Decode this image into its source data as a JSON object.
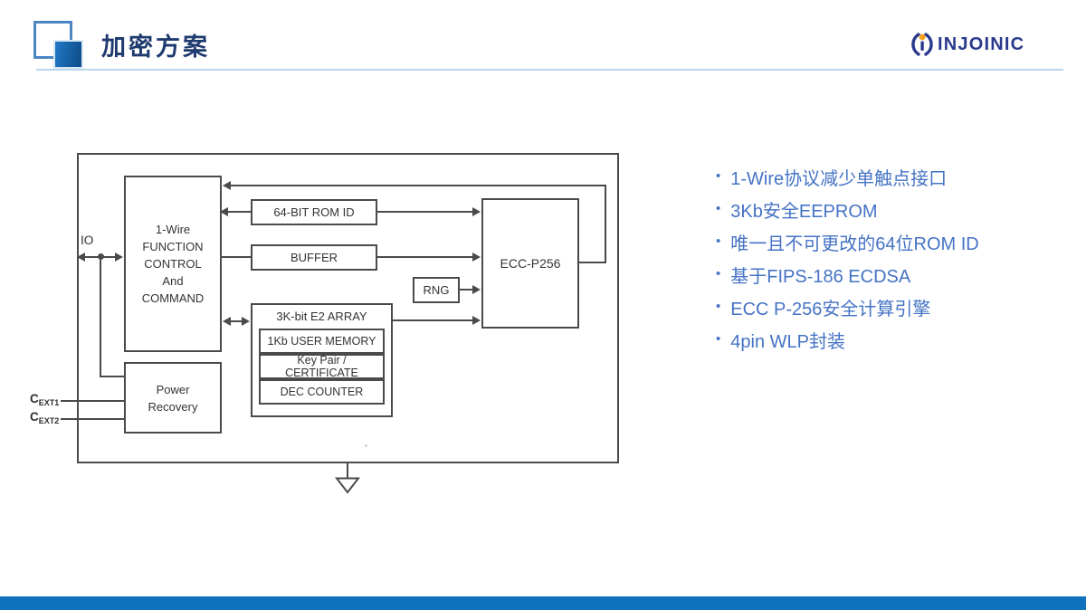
{
  "header": {
    "title": "加密方案",
    "logo_text": "INJOINIC"
  },
  "bullets": {
    "marker": "•",
    "items": [
      "1-Wire协议减少单触点接口",
      "3Kb安全EEPROM",
      "唯一且不可更改的64位ROM ID",
      "基于FIPS-186 ECDSA",
      "ECC P-256安全计算引擎",
      "4pin WLP封装"
    ]
  },
  "diagram": {
    "io_label": "IO",
    "cext1": {
      "base": "C",
      "sub": "EXT1"
    },
    "cext2": {
      "base": "C",
      "sub": "EXT2"
    },
    "fcc_lines": [
      "1-Wire",
      "FUNCTION",
      "CONTROL",
      "And",
      "COMMAND"
    ],
    "rom_id": "64-BIT ROM ID",
    "buffer": "BUFFER",
    "rng": "RNG",
    "ecc": "ECC-P256",
    "e2_header": "3K-bit E2 ARRAY",
    "e2_rows": [
      "1Kb USER MEMORY",
      "Key Pair / CERTIFICATE",
      "DEC COUNTER"
    ],
    "power_lines": [
      "Power",
      "Recovery"
    ]
  },
  "colors": {
    "title_navy": "#1E3A6E",
    "bullet_blue": "#4573C5",
    "logo_navy": "#2B3A8C",
    "logo_orange": "#F5A21D",
    "footer_blue": "#0E72BD",
    "underline_blue": "#BCD6EC",
    "icon_outline_blue": "#4A86C4",
    "diagram_line_gray": "#4A4A4A"
  }
}
